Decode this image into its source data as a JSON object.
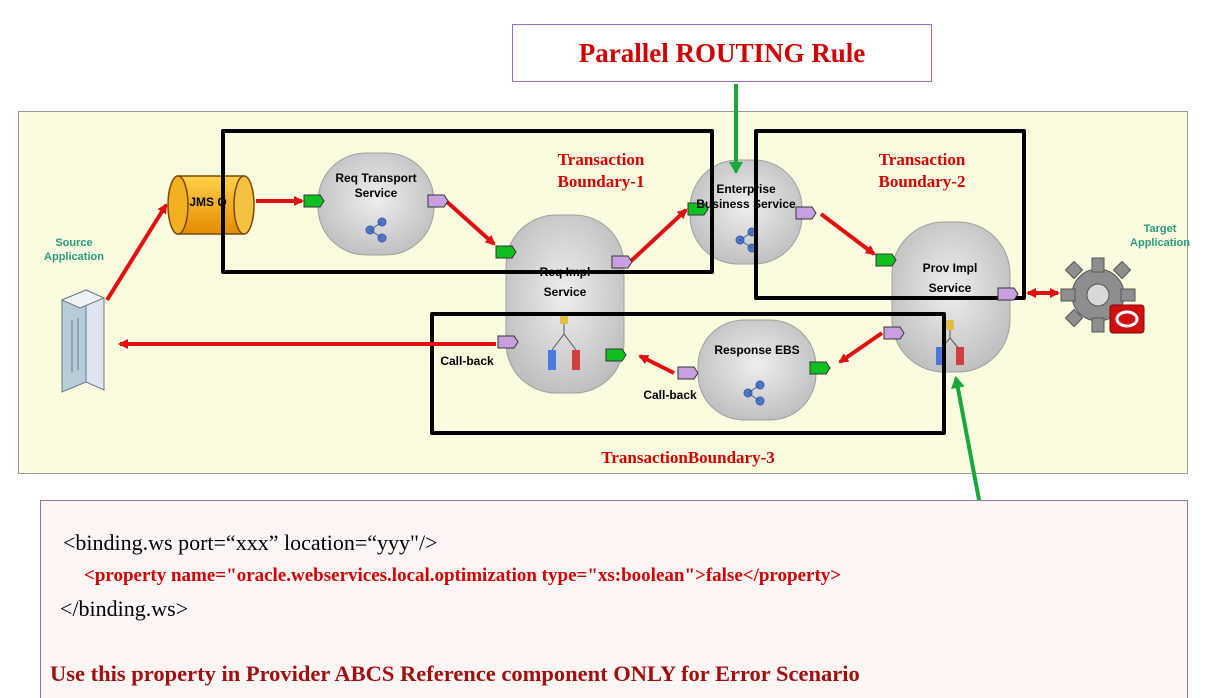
{
  "title": "Parallel ROUTING Rule",
  "nodes": {
    "source_app": "Source Application",
    "target_app": "Target Application",
    "jms_q": "JMS Q",
    "req_transport_line1": "Req Transport",
    "req_transport_line2": "Service",
    "req_impl_line1": "Req Impl",
    "req_impl_line2": "Service",
    "ebs_line1": "Enterprise",
    "ebs_line2": "Business Service",
    "prov_impl_line1": "Prov Impl",
    "prov_impl_line2": "Service",
    "response_ebs": "Response EBS"
  },
  "boundaries": {
    "tb1_line1": "Transaction",
    "tb1_line2": "Boundary-1",
    "tb2_line1": "Transaction",
    "tb2_line2": "Boundary-2",
    "tb3": "TransactionBoundary-3"
  },
  "labels": {
    "callback_left": "Call-back",
    "callback_mid": "Call-back"
  },
  "code": {
    "line1": "<binding.ws port=“xxx” location=“yyy\"/>",
    "line2": "<property name=\"oracle.webservices.local.optimization  type=\"xs:boolean\">false</property>",
    "line3": "</binding.ws>"
  },
  "note": "Use this property in Provider ABCS Reference component ONLY for Error Scenario",
  "colors": {
    "title_red": "#d00000",
    "arrow_red": "#e01010",
    "arrow_green": "#1aa83c",
    "boundary_black": "#000000",
    "panel_bg": "#fbfbe0",
    "service_gray": "#d4d4d4",
    "jms_orange": "#f0a010"
  }
}
